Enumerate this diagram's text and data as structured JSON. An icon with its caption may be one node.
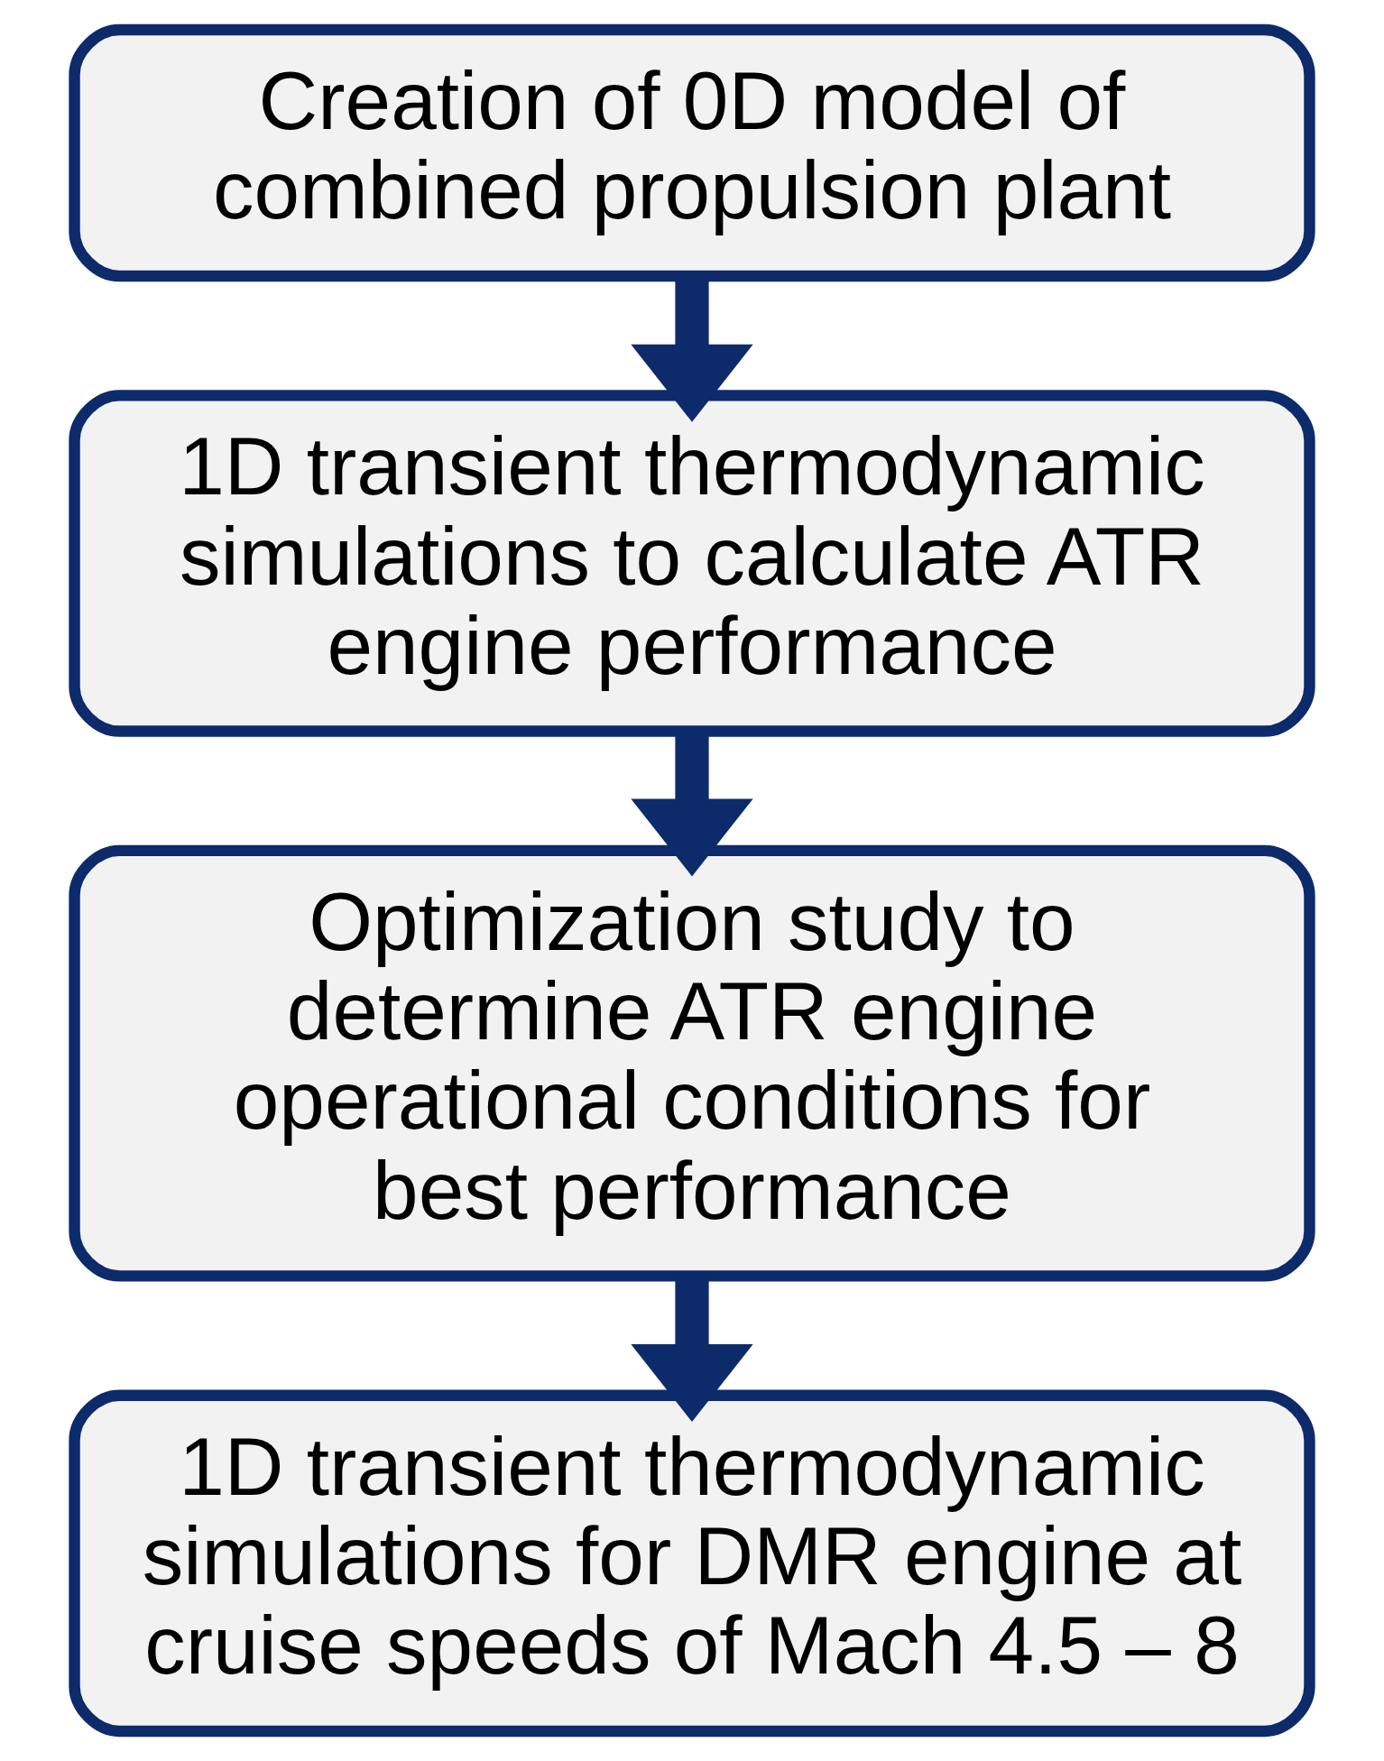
{
  "diagram": {
    "nodes": [
      {
        "text": [
          "Creation of 0D model of combined propulsion plant"
        ]
      },
      {
        "text": [
          "1D transient thermodynamic simulations to calculate ATR engine performance"
        ]
      },
      {
        "text": [
          "Optimization study to determine ATR engine operational conditions for best performance"
        ]
      },
      {
        "text": [
          "1D transient thermodynamic simulations for DMR engine at cruise speeds of Mach 4.5 – 8"
        ]
      }
    ],
    "edges": [
      {
        "from": 0,
        "to": 1,
        "arrow": "to"
      },
      {
        "from": 1,
        "to": 2,
        "arrow": "to"
      },
      {
        "from": 2,
        "to": 3,
        "arrow": "to"
      }
    ]
  }
}
